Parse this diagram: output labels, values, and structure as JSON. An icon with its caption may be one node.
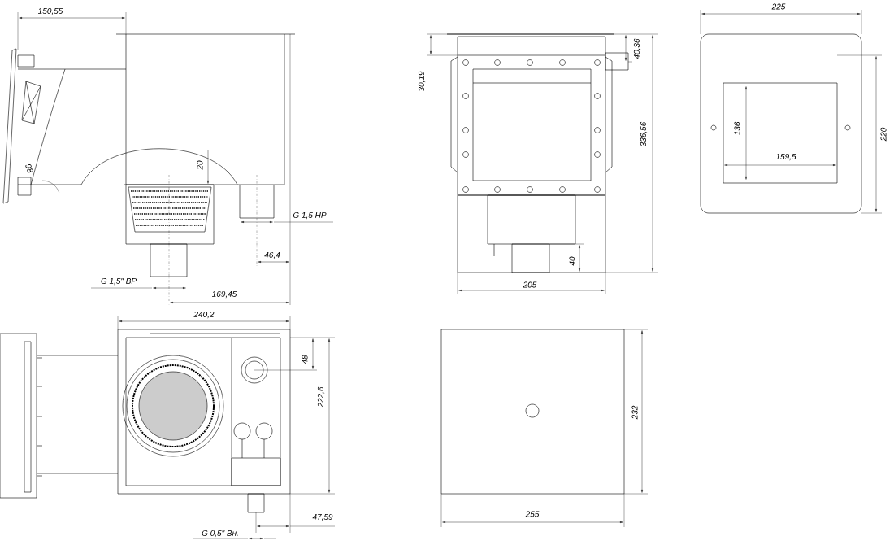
{
  "diagram": {
    "labels": [
      "150,55",
      "225",
      "40,36",
      "30,19",
      "336,56",
      "136",
      "220",
      "98",
      "159,5",
      "20",
      "G 1,5 НР",
      "46,4",
      "40",
      "G 1,5\" ВР",
      "205",
      "169,45",
      "240,2",
      "48",
      "222,6",
      "232",
      "47,59",
      "255",
      "G 0,5\" Вн."
    ]
  }
}
